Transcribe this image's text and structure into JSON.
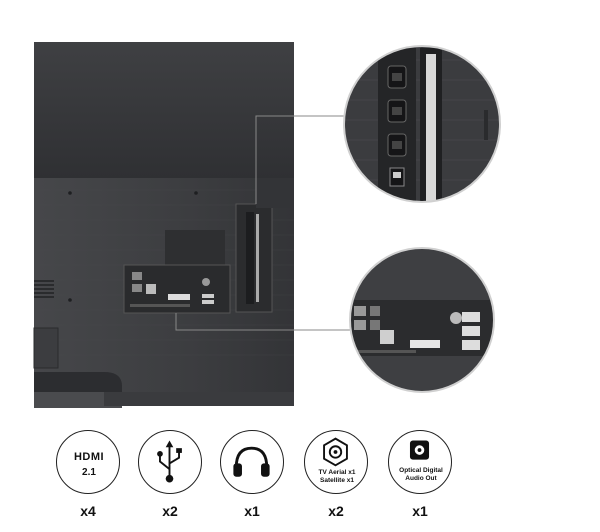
{
  "features": [
    {
      "icon": "hdmi-icon",
      "label": "HDMI",
      "sublabel": "2.1",
      "count": "x4"
    },
    {
      "icon": "usb-icon",
      "label": "",
      "sublabel": "",
      "count": "x2"
    },
    {
      "icon": "headphones-icon",
      "label": "",
      "sublabel": "",
      "count": "x1"
    },
    {
      "icon": "coax-icon",
      "label": "TV Aerial x1",
      "sublabel": "Satellite x1",
      "count": "x2"
    },
    {
      "icon": "optical-icon",
      "label": "Optical Digital",
      "sublabel": "Audio Out",
      "count": "x1"
    }
  ],
  "colors": {
    "tv_body": "#3a3b3e",
    "tv_dark": "#2a2b2e",
    "text": "#111111"
  }
}
